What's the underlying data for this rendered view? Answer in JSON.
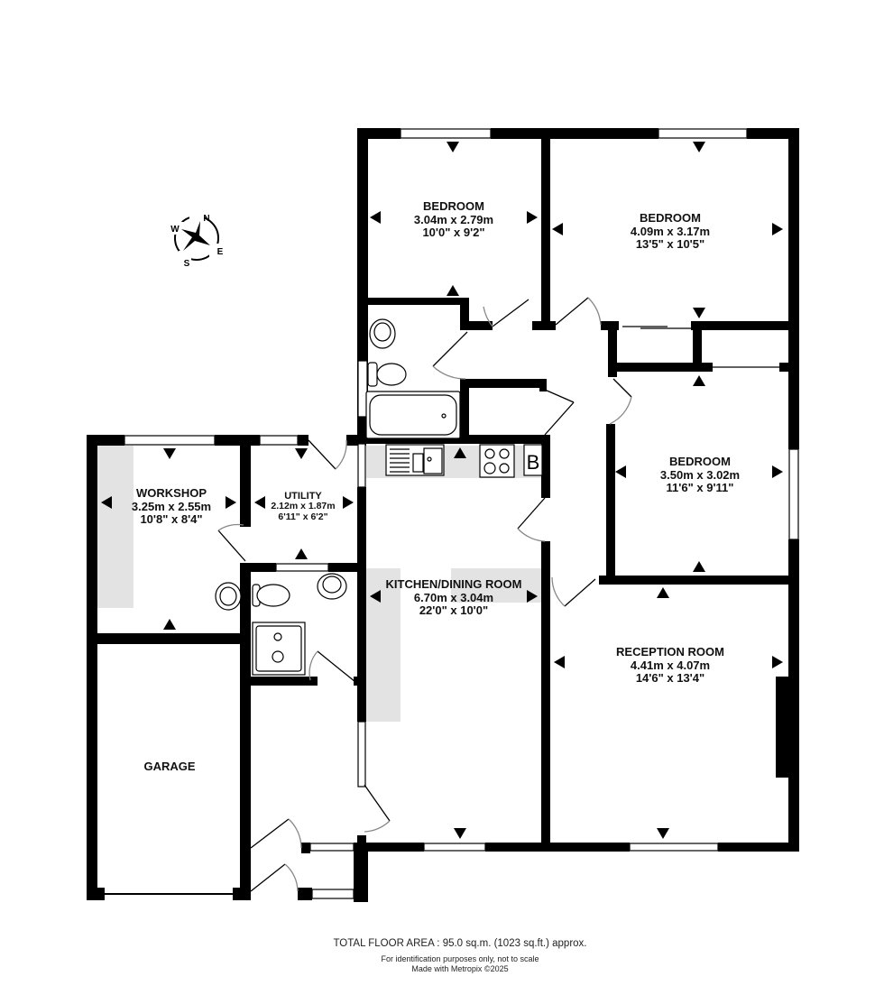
{
  "rooms": {
    "bedroom1": {
      "name": "BEDROOM",
      "metric": "3.04m  x 2.79m",
      "imperial": "10'0\"  x 9'2\""
    },
    "bedroom2": {
      "name": "BEDROOM",
      "metric": "4.09m  x 3.17m",
      "imperial": "13'5\"  x 10'5\""
    },
    "bedroom3": {
      "name": "BEDROOM",
      "metric": "3.50m  x 3.02m",
      "imperial": "11'6\"  x 9'11\""
    },
    "workshop": {
      "name": "WORKSHOP",
      "metric": "3.25m  x 2.55m",
      "imperial": "10'8\"  x 8'4\""
    },
    "utility": {
      "name": "UTILITY",
      "metric": "2.12m  x 1.87m",
      "imperial": "6'11\"  x 6'2\""
    },
    "kitchen": {
      "name": "KITCHEN/DINING ROOM",
      "metric": "6.70m  x 3.04m",
      "imperial": "22'0\"  x 10'0\""
    },
    "reception": {
      "name": "RECEPTION ROOM",
      "metric": "4.41m  x 4.07m",
      "imperial": "14'6\"  x 13'4\""
    },
    "garage": {
      "name": "GARAGE"
    }
  },
  "compass": {
    "n": "N",
    "e": "E",
    "s": "S",
    "w": "W"
  },
  "boiler_label": "B",
  "footer": {
    "total_area": "TOTAL FLOOR AREA : 95.0 sq.m. (1023 sq.ft.) approx.",
    "disclaimer": "For identification purposes only, not to scale",
    "credit": "Made with Metropix ©2025"
  },
  "colors": {
    "wall": "#000000",
    "shade": "#e3e3e3",
    "background": "#ffffff"
  }
}
